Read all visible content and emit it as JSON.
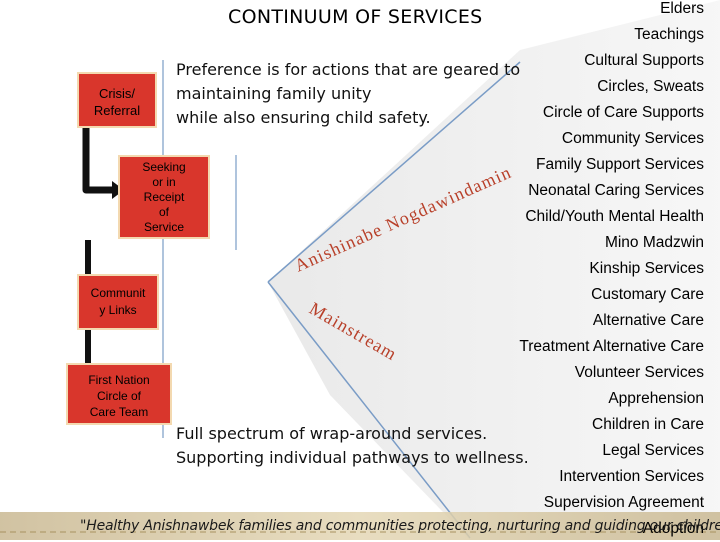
{
  "title": "CONTINUUM OF SERVICES",
  "preference_lines": [
    "Preference is for actions that are geared to",
    "maintaining family unity",
    "while also ensuring child safety."
  ],
  "boxes": {
    "crisis": [
      "Crisis/",
      "Referral"
    ],
    "seeking": [
      "Seeking",
      "or in",
      "Receipt",
      "of",
      "Service"
    ],
    "community": [
      "Communit",
      "y Links"
    ],
    "first_nation": [
      "First Nation",
      "Circle of",
      "Care Team"
    ]
  },
  "path_labels": {
    "anishinabe": "Anishinabe Nogdawindamin",
    "mainstream": "Mainstream"
  },
  "services": [
    "Elders",
    "Teachings",
    "Cultural Supports",
    "Circles, Sweats",
    "Circle of Care Supports",
    "Community Services",
    "Family Support Services",
    "Neonatal Caring Services",
    "Child/Youth Mental Health",
    "Mino Madzwin",
    "Kinship Services",
    "Customary Care",
    "Alternative Care",
    "Treatment Alternative Care",
    "Volunteer Services",
    "Apprehension",
    "Children in Care",
    "Legal  Services",
    "Intervention Services",
    "Supervision Agreement",
    "Adoption"
  ],
  "spectrum_lines": [
    "Full spectrum of wrap-around services.",
    "Supporting individual pathways to wellness."
  ],
  "banner_text": "\"Healthy Anishnawbek families and communities protecting, nurturing and guiding our children\"",
  "colors": {
    "box_fill": "#d9362c",
    "box_border": "#f3d9b0",
    "path_label": "#b8402a",
    "arrow_fill": "#e8e8e8",
    "line_blue": "#7a9cc6"
  }
}
